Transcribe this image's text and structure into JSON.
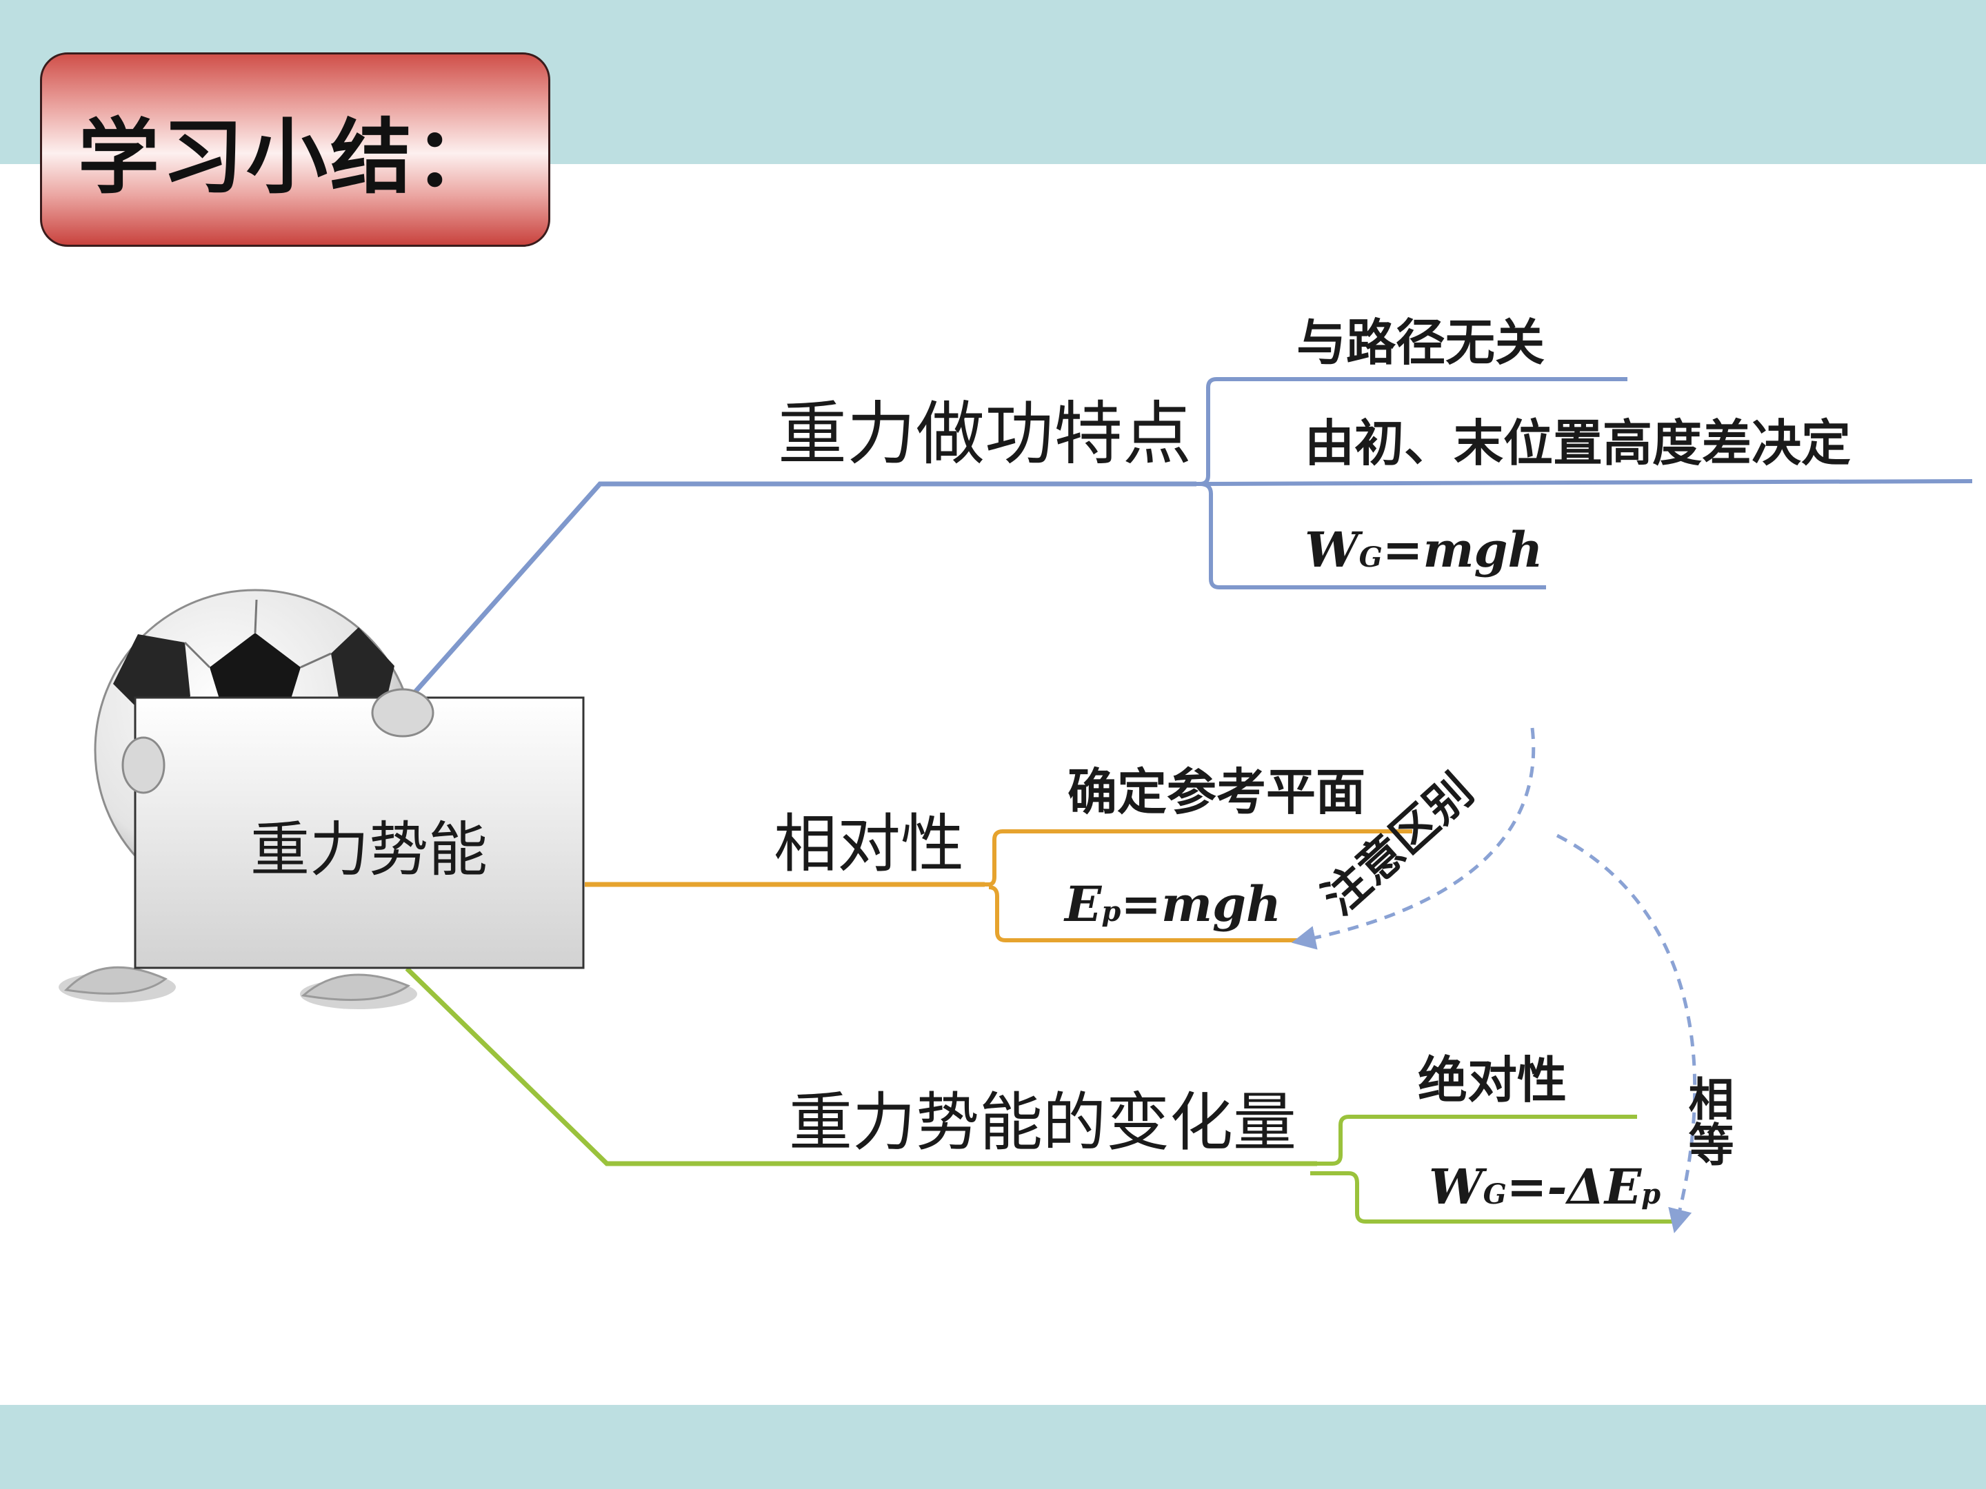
{
  "slide": {
    "title": "学习小结：",
    "colors": {
      "band": "#bddfe1",
      "branch_blue": "#7f98cc",
      "branch_orange": "#e6a32e",
      "branch_green": "#9ac23c",
      "arrow_dashed": "#8aa2d4",
      "title_box": "#d0504a"
    }
  },
  "mindmap": {
    "center": {
      "label": "重力势能",
      "icon": "soccer-ball-mascot-holding-sign"
    },
    "branches": [
      {
        "label": "重力做功特点",
        "color": "#7f98cc",
        "children": [
          {
            "text": "与路径无关"
          },
          {
            "text": "由初、末位置高度差决定"
          },
          {
            "formula": {
              "main": "W",
              "sub": "G",
              "rest": "=mgh"
            }
          }
        ]
      },
      {
        "label": "相对性",
        "color": "#e6a32e",
        "children": [
          {
            "text": "确定参考平面"
          },
          {
            "formula": {
              "main": "E",
              "sub": "p",
              "rest": "=mgh"
            }
          }
        ]
      },
      {
        "label": "重力势能的变化量",
        "color": "#9ac23c",
        "children": [
          {
            "text": "绝对性"
          },
          {
            "formula": {
              "main": "W",
              "sub": "G",
              "rest": "=-ΔE",
              "sub2": "p"
            }
          }
        ]
      }
    ]
  },
  "annotations": {
    "difference": "注意区别",
    "equal": "相等"
  }
}
